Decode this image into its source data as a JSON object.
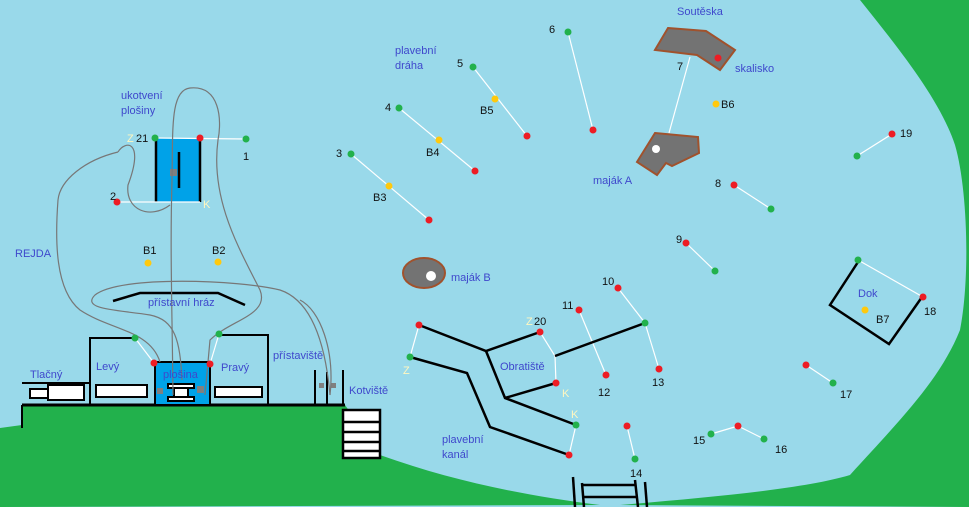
{
  "title_labels": {
    "soutesk": "Soutěska",
    "skalisko": "skalisko",
    "majak_a": "maják A",
    "majak_b": "maják B",
    "plavebni_draha_1": "plavební",
    "plavebni_draha_2": "dráha",
    "ukotveni_1": "ukotvení",
    "ukotveni_2": "plošiny",
    "rejda": "REJDA",
    "pristavni_hraz": "přístavní hráz",
    "pristaviste": "přístaviště",
    "kotviste": "Kotviště",
    "tlacny": "Tlačný",
    "levy": "Levý",
    "plosina": "plošina",
    "pravy": "Pravý",
    "obratiste": "Obratiště",
    "plavebni_kanal_1": "plavební",
    "plavebni_kanal_2": "kanál",
    "dok": "Dok"
  },
  "buoys": [
    "1",
    "2",
    "3",
    "4",
    "5",
    "6",
    "7",
    "8",
    "9",
    "10",
    "11",
    "12",
    "13",
    "14",
    "15",
    "16",
    "17",
    "18",
    "19",
    "20",
    "21"
  ],
  "beacons": [
    "B1",
    "B2",
    "B3",
    "B4",
    "B5",
    "B6",
    "B7"
  ],
  "markers": {
    "start": "Z",
    "end": "K"
  },
  "colors": {
    "water": "#99d9ea",
    "land": "#22b14c",
    "red_buoy": "#ed1c24",
    "green_buoy": "#22b14c",
    "beacon": "#ffc90e",
    "rock": "#737373",
    "rock_edge": "#a0522d",
    "platform": "#00a2e8"
  }
}
